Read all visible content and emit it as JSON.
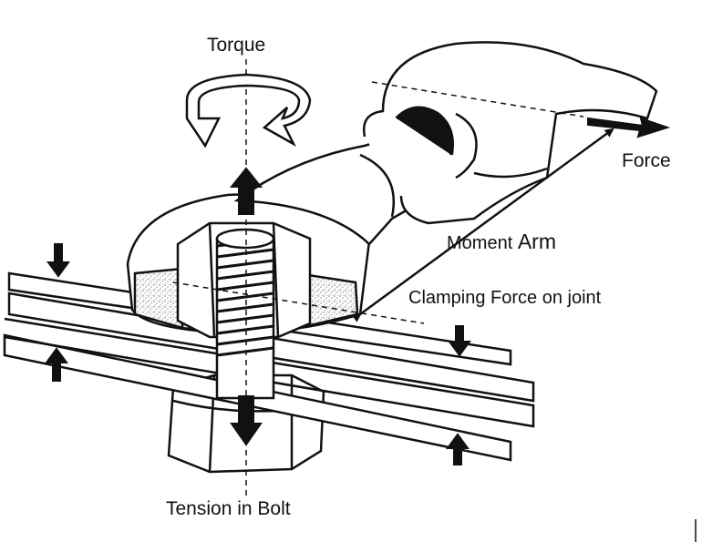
{
  "labels": {
    "torque": "Torque",
    "force": "Force",
    "moment_prefix": "Moment ",
    "moment_suffix": "Arm",
    "clamping": "Clamping Force on joint",
    "tension": "Tension in Bolt"
  },
  "colors": {
    "ink": "#111111",
    "paper": "#ffffff",
    "stipple": "#9a9a9a",
    "thread_shade": "#e2e2e2"
  }
}
